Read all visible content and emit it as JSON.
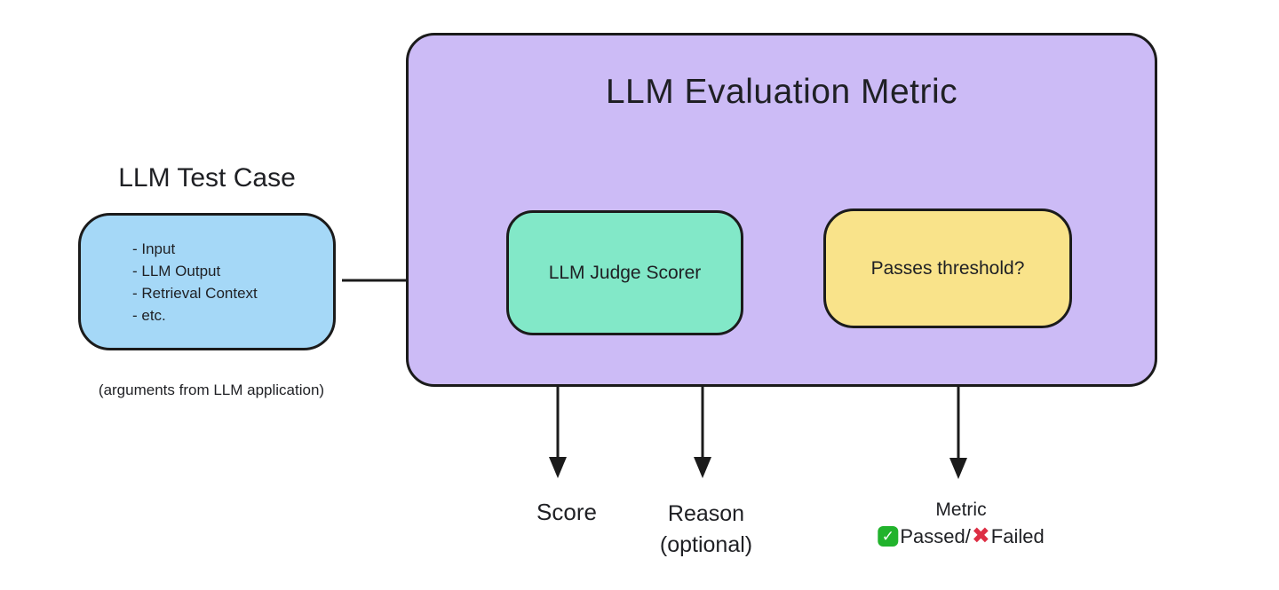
{
  "diagram": {
    "container": {
      "title": "LLM Evaluation Metric"
    },
    "test_case": {
      "title": "LLM Test Case",
      "items": [
        "- Input",
        "- LLM Output",
        "- Retrieval Context",
        "- etc."
      ],
      "caption": "(arguments from LLM application)"
    },
    "scorer": {
      "label": "LLM Judge Scorer"
    },
    "threshold": {
      "label": "Passes threshold?"
    },
    "outputs": {
      "score": "Score",
      "reason_line1": "Reason",
      "reason_line2": "(optional)",
      "metric_line1": "Metric",
      "metric_passed": "Passed/",
      "metric_failed": "Failed",
      "check_icon": "✓",
      "cross_icon": "✖"
    }
  },
  "colors": {
    "container": "#ccbbf6",
    "test_case_box": "#a5d8f7",
    "scorer_box": "#82e8c8",
    "threshold_box": "#f9e38a",
    "stroke": "#1b1b1b",
    "text": "#1f2024",
    "check_green": "#21b32c",
    "cross_red": "#dd2e44",
    "background": "#ffffff"
  }
}
